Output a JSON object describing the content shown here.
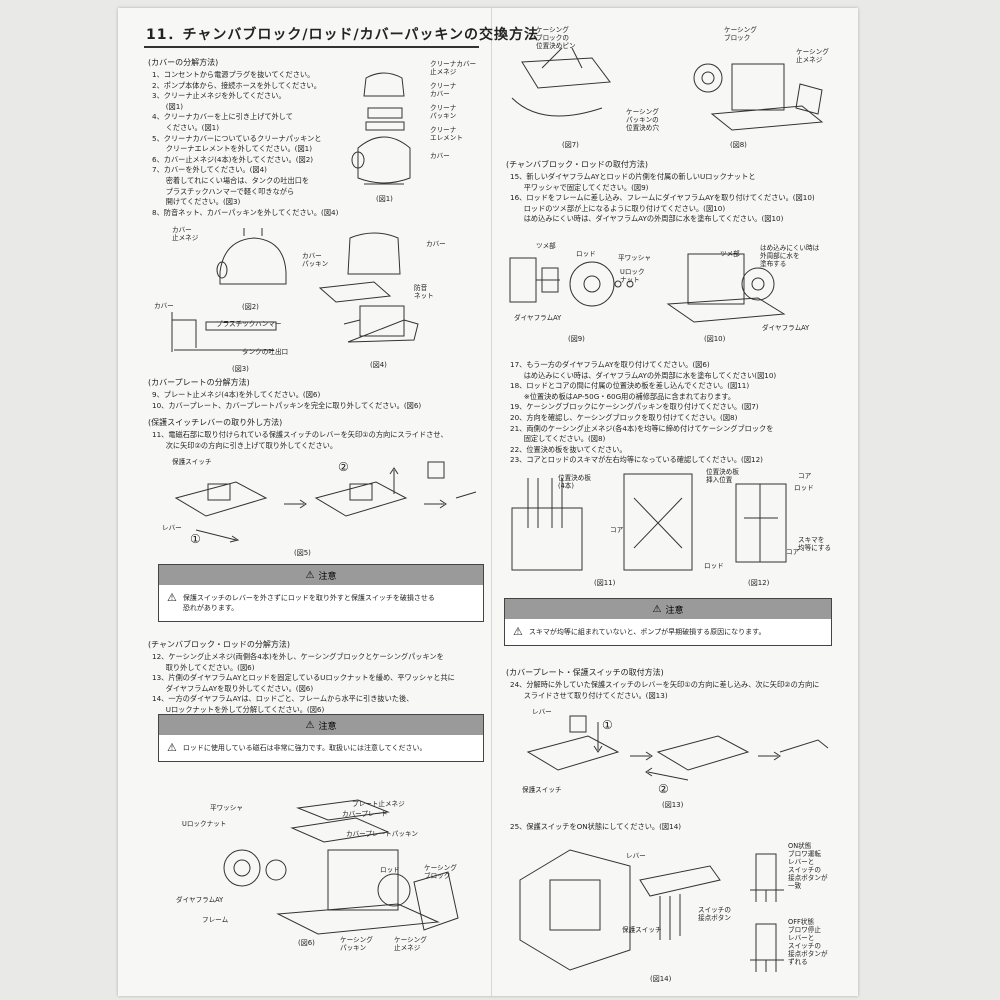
{
  "title": "11．チャンバブロック/ロッド/カバーパッキンの交換方法",
  "sections": {
    "cover": {
      "heading": "(カバーの分解方法)",
      "lines": [
        "1、コンセントから電源プラグを抜いてください。",
        "2、ポンプ本体から、接続ホースを外してください。",
        "3、クリーナ止メネジを外してください。",
        "      (図1)",
        "4、クリーナカバーを上に引き上げて外して",
        "      ください。(図1)",
        "5、クリーナカバーについているクリーナパッキンと",
        "      クリーナエレメントを外してください。(図1)",
        "6、カバー止メネジ(4本)を外してください。(図2)",
        "7、カバーを外してください。(図4)",
        "      密着してれにくい場合は、タンクの吐出口を",
        "      プラスチックハンマーで軽く叩きながら",
        "      開けてください。(図3)",
        "8、防音ネット、カバーパッキンを外してください。(図4)"
      ]
    },
    "cover_plate": {
      "heading": "(カバープレートの分解方法)",
      "lines": [
        "9、プレート止メネジ(4本)を外してください。(図6)",
        "10、カバープレート、カバープレートパッキンを完全に取り外してください。(図6)"
      ]
    },
    "switch_lever": {
      "heading": "(保護スイッチレバーの取り外し方法)",
      "lines": [
        "11、電磁石部に取り付けられている保護スイッチのレバーを矢印①の方向にスライドさせ、",
        "      次に矢印②の方向に引き上げて取り外してください。"
      ]
    },
    "chamber_disassembly": {
      "heading": "(チャンバブロック・ロッドの分解方法)",
      "lines": [
        "12、ケーシング止メネジ(両側各4本)を外し、ケーシングブロックとケーシングパッキンを",
        "      取り外してください。(図6)",
        "13、片側のダイヤフラムAYとロッドを固定しているUロックナットを緩め、平ワッシャと共に",
        "      ダイヤフラムAYを取り外してください。(図6)",
        "14、一方のダイヤフラムAYは、ロッドごと、フレームから水平に引き抜いた後、",
        "      Uロックナットを外して分解してください。(図6)"
      ]
    },
    "chamber_install": {
      "heading": "(チャンバブロック・ロッドの取付方法)",
      "lines": [
        "15、新しいダイヤフラムAYとロッドの片側を付属の新しいUロックナットと",
        "      平ワッシャで固定してください。(図9)",
        "16、ロッドをフレームに差し込み、フレームにダイヤフラムAYを取り付けてください。(図10)",
        "      ロッドのツメ部が上になるように取り付けてください。(図10)",
        "      はめ込みにくい時は、ダイヤフラムAYの外周部に水を塗布してください。(図10)"
      ]
    },
    "steps17": {
      "lines": [
        "17、もう一方のダイヤフラムAYを取り付けてください。(図6)",
        "      はめ込みにくい時は、ダイヤフラムAYの外周部に水を塗布してください(図10)",
        "18、ロッドとコアの間に付属の位置決め板を差し込んでください。(図11)",
        "      ※位置決め板はAP-50G・60G用の補修部品に含まれております。",
        "19、ケーシングブロックにケーシングパッキンを取り付けてください。(図7)",
        "20、方向を確認し、ケーシングブロックを取り付けてください。(図8)",
        "21、両側のケーシング止メネジ(各4本)を均等に締め付けてケーシングブロックを",
        "      固定してください。(図8)",
        "22、位置決め板を抜いてください。",
        "23、コアとロッドのスキマが左右均等になっている確認してください。(図12)"
      ]
    },
    "plate_switch_install": {
      "heading": "(カバープレート・保護スイッチの取付方法)",
      "lines": [
        "24、分解時に外していた保護スイッチのレバーを矢印①の方向に差し込み、次に矢印②の方向に",
        "      スライドさせて取り付けてください。(図13)"
      ]
    },
    "step25": "25、保護スイッチをON状態にしてください。(図14)"
  },
  "warnings": [
    {
      "label": "注意",
      "text": "保護スイッチのレバーを外さずにロッドを取り外すと保護スイッチを破損させる\n恐れがあります。"
    },
    {
      "label": "注意",
      "text": "ロッドに使用している磁石は非常に強力です。取扱いには注意してください。"
    },
    {
      "label": "注意",
      "text": "スキマが均等に組まれていないと、ポンプが早期破損する原因になります。"
    }
  ],
  "figures": {
    "fig1": "(図1)",
    "fig2": "(図2)",
    "fig3": "(図3)",
    "fig4": "(図4)",
    "fig5": "(図5)",
    "fig6": "(図6)",
    "fig7": "(図7)",
    "fig8": "(図8)",
    "fig9": "(図9)",
    "fig10": "(図10)",
    "fig11": "(図11)",
    "fig12": "(図12)",
    "fig13": "(図13)",
    "fig14": "(図14)"
  },
  "labels": {
    "cleaner_screw": "クリーナカバー\n止メネジ",
    "cleaner_cover": "クリーナ\nカバー",
    "cleaner_packing": "クリーナ\nパッキン",
    "cleaner_element": "クリーナ\nエレメント",
    "cover": "カバー",
    "cover_screw": "カバー\n止メネジ",
    "cover_packing": "カバー\nパッキン",
    "sound_net": "防音\nネット",
    "hammer": "プラスチックハンマー",
    "tank_outlet": "タンクの吐出口",
    "protect_switch": "保護スイッチ",
    "lever": "レバー",
    "flat_washer": "平ワッシャ",
    "plate_screw": "プレート止メネジ",
    "cover_plate": "カバープレート",
    "u_lock_nut": "Uロックナット",
    "cover_plate_packing": "カバープレートパッキン",
    "rod": "ロッド",
    "casing_block": "ケーシング\nブロック",
    "diaphragm_ay": "ダイヤフラムAY",
    "frame": "フレーム",
    "casing_packing": "ケーシング\nパッキン",
    "casing_screw": "ケーシング\n止メネジ",
    "casing_pin": "ケーシング\nブロックの\n位置決めピン",
    "casing_packing_hole": "ケーシング\nパッキンの\n位置決め穴",
    "claw": "ツメ部",
    "u_lock_nut2": "Uロック\nナット",
    "water_note": "はめ込みにくい時は\n外周部に水を\n塗布する",
    "positioning_plate": "位置決め板\n(4本)",
    "positioning_plate_pos": "位置決め板\n挿入位置",
    "core": "コア",
    "gap": "スキマを\n均等にする",
    "switch_contact": "スイッチの\n接点ボタン",
    "on_state": "ON状態\nブロワ運転\nレバーと\nスイッチの\n接点ボタンが\n一致",
    "off_state": "OFF状態\nブロワ停止\nレバーと\nスイッチの\n接点ボタンが\nずれる",
    "arrow1": "①",
    "arrow2": "②"
  }
}
